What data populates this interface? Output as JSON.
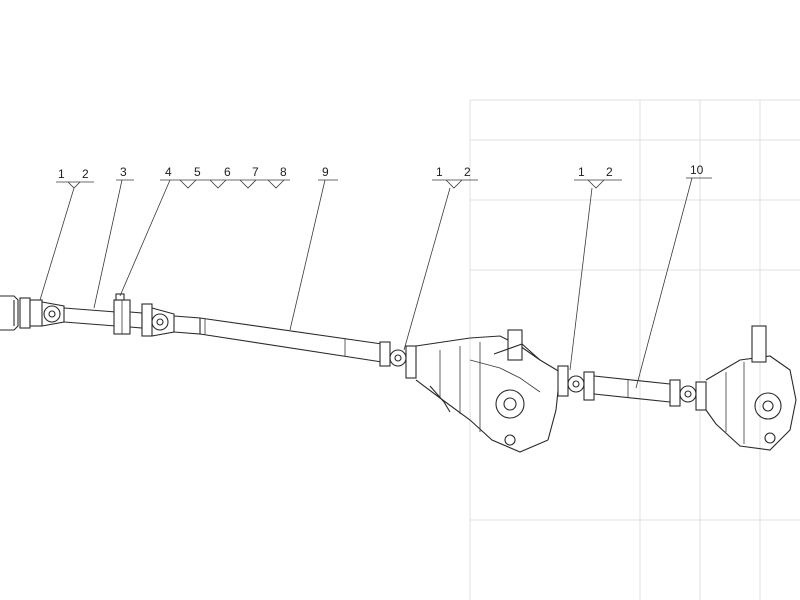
{
  "diagram": {
    "callouts": [
      {
        "id": "c1",
        "labels": [
          "1",
          "2"
        ]
      },
      {
        "id": "c2",
        "labels": [
          "3"
        ]
      },
      {
        "id": "c3",
        "labels": [
          "4",
          "5",
          "6",
          "7",
          "8"
        ]
      },
      {
        "id": "c4",
        "labels": [
          "9"
        ]
      },
      {
        "id": "c5",
        "labels": [
          "1",
          "2"
        ]
      },
      {
        "id": "c6",
        "labels": [
          "1",
          "2"
        ]
      },
      {
        "id": "c7",
        "labels": [
          "10"
        ]
      }
    ]
  }
}
